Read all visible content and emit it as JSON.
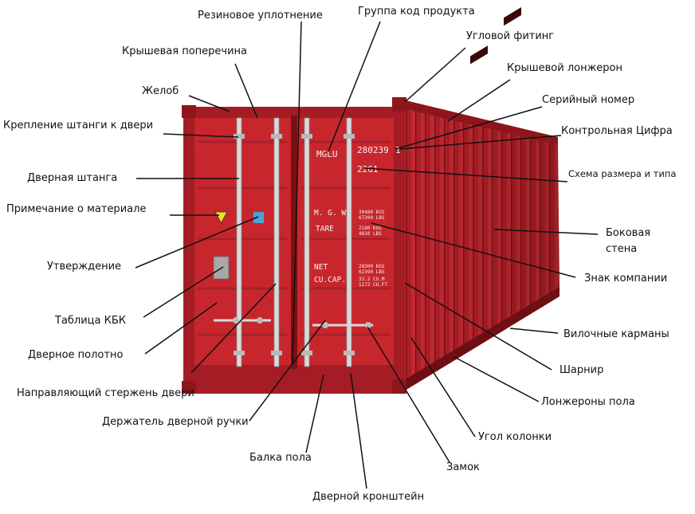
{
  "diagram": {
    "subject": "container-20ft",
    "colors": {
      "front": "#c8262d",
      "side": "#b01e26",
      "side_dark": "#8e151c",
      "rail": "#9a1820",
      "bar": "#d9d9d9",
      "leader": "#111111"
    },
    "labels": {
      "rubber_seal": "Резиновое уплотнение",
      "product_code_group": "Группа код продукта",
      "corner_fitting": "Угловой фитинг",
      "roof_crossbar": "Крышевая поперечина",
      "roof_rail": "Крышевой лонжерон",
      "gutter": "Желоб",
      "serial_number": "Серийный номер",
      "door_bar_mount": "Крепление штанги к двери",
      "check_digit": "Контрольная Цифра",
      "door_bar": "Дверная штанга",
      "size_type_code": "Схема размера и типа",
      "material_note": "Примечание о материале",
      "side_wall": "Боковая\nстена",
      "approval": "Утверждение",
      "company_mark": "Знак компании",
      "csc_plate": "Таблица КБК",
      "forklift_pockets": "Вилочные карманы",
      "door_panel": "Дверное полотно",
      "hinge": "Шарнир",
      "door_guide_rod": "Направляющий стержень двери",
      "floor_rails": "Лонжероны пола",
      "door_handle_holder": "Держатель дверной ручки",
      "corner_post": "Угол колонки",
      "floor_beam": "Балка пола",
      "lock": "Замок",
      "door_bracket": "Дверной кронштейн"
    },
    "door_markings": {
      "owner_code": "MGLU",
      "serial": "280239",
      "check_digit": "1",
      "size_type": "22G1",
      "mgw_label": "M. G. W.",
      "tare_label": "TARE",
      "mgw_value": "30480 KGS\n67200 LBS",
      "tare_value": "2180 KGS\n4810 LBS",
      "net_label": "NET",
      "cucap_label": "CU.CAP.",
      "net_value": "28300 KGS\n62390 LBS",
      "cucap_value": "33.2 CU.M\n1172 CU.FT"
    }
  }
}
